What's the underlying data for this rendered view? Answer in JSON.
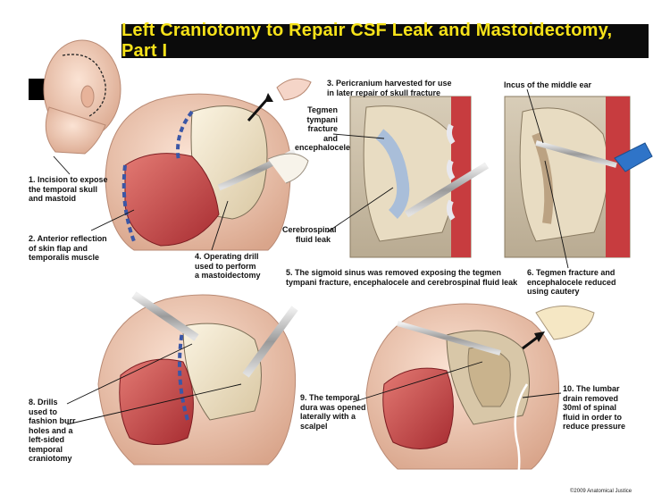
{
  "title": "Left Craniotomy to Repair CSF Leak and Mastoidectomy, Part I",
  "labels": {
    "step1": [
      "1. Incision to expose",
      "the temporal skull",
      "and mastoid"
    ],
    "step2": [
      "2. Anterior reflection",
      "of skin flap and",
      "temporalis muscle"
    ],
    "step3": [
      "3. Pericranium harvested for use",
      "in later repair of skull fracture"
    ],
    "tegmen": [
      "Tegmen",
      "tympani",
      "fracture and",
      "encephalocele"
    ],
    "csf": [
      "Cerebrospinal",
      "fluid leak"
    ],
    "incus": [
      "Incus of the middle ear"
    ],
    "step4": [
      "4. Operating drill",
      "used to perform",
      "a mastoidectomy"
    ],
    "step5": [
      "5. The sigmoid sinus was removed exposing the tegmen",
      "tympani fracture, encephalocele and cerebrospinal fluid leak"
    ],
    "step6": [
      "6. Tegmen fracture and",
      "encephalocele reduced",
      "using cautery"
    ],
    "step8": [
      "8. Drills",
      "used to",
      "fashion burr",
      "holes and a",
      "left-sided",
      "temporal",
      "craniotomy"
    ],
    "step9": [
      "9. The temporal",
      "dura was opened",
      "laterally with a",
      "scalpel"
    ],
    "step10": [
      "10. The lumbar",
      "drain removed",
      "30ml of spinal",
      "fluid in order to",
      "reduce pressure"
    ]
  },
  "copyright": "©2009 Anatomical Justice",
  "colors": {
    "title_bg": "#0b0b0b",
    "title_text": "#f6e21a",
    "skin": "#f1c9b2",
    "muscle": "#c8484a",
    "bone": "#efe3c8"
  }
}
